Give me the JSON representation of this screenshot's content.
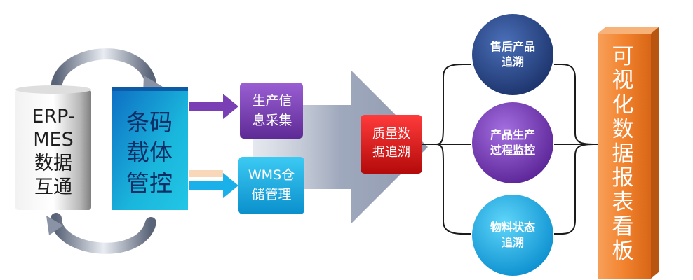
{
  "nodes": {
    "erp_mes": {
      "label": "ERP-\nMES\n数据\n互通"
    },
    "barcode": {
      "label": "条码\n载体\n管控"
    },
    "production_info": {
      "label": "生产信\n息采集"
    },
    "wms": {
      "label": "WMS仓\n储管理"
    },
    "quality": {
      "label": "质量数\n据追溯"
    },
    "after_sales": {
      "label": "售后产品\n追溯"
    },
    "process_monitor": {
      "label": "产品生产\n过程监控"
    },
    "material_status": {
      "label": "物料状态\n追溯"
    },
    "dashboard": {
      "label": "可\n视\n化\n数\n据\n报\n表\n看\n板"
    }
  },
  "colors": {
    "barcode_box": "#1ab6dc",
    "info_box": "#7a3fb5",
    "wms_box": "#1fb4e8",
    "quality_box": "#e0141a",
    "after_sales_circle": "#2a4c8e",
    "process_circle": "#7b3cc0",
    "material_circle": "#12b3ea",
    "dashboard_bar": "#f2832e",
    "big_arrow": "#7d8aa3"
  }
}
